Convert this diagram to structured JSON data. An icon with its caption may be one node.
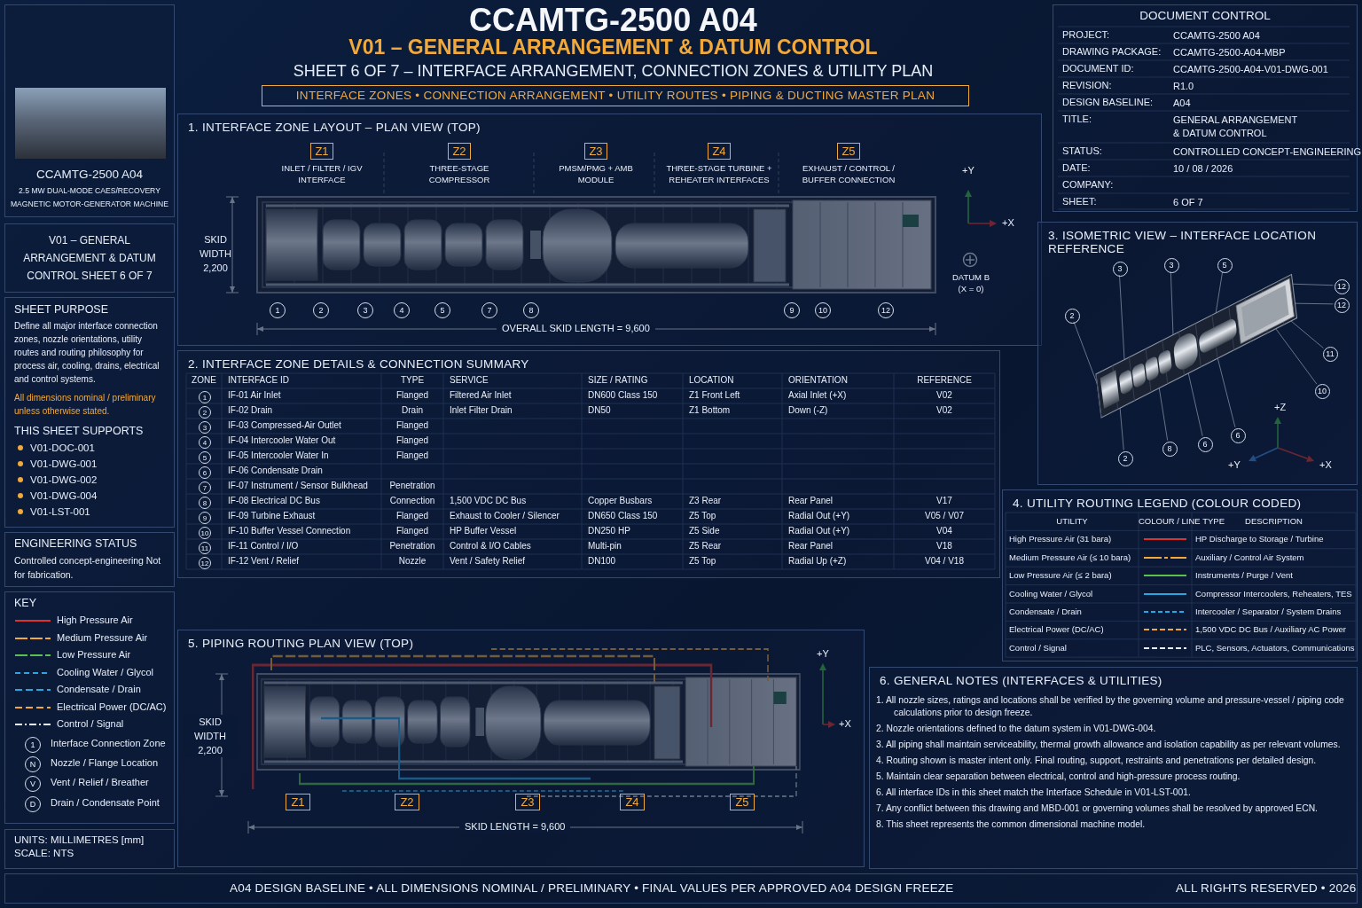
{
  "diagram": {
    "title": "CCAMTG-2500 A04",
    "nodes": [
      {
        "text": [
          "CCAMTG-2500 A04",
          "2.5 MW DUAL-MODE CAES/RECOVERY MAGNETIC MOTOR-GENERATOR MACHINE"
        ]
      },
      {
        "text": [
          "V01 – GENERAL ARRANGEMENT & DATUM CONTROL SHEET 6 OF 7"
        ]
      },
      {
        "text": [
          "SHEET PURPOSE",
          "Define all major interface connection zones, nozzle orientations, utility routes and routing philosophy for process air, cooling, drains, electrical and control systems.",
          "All dimensions nominal / preliminary unless otherwise stated.",
          "THIS SHEET SUPPORTS",
          "V01-DOC-001",
          "V01-DWG-001",
          "V01-DWG-002",
          "V01-DWG-004",
          "V01-LST-001"
        ]
      },
      {
        "text": [
          "ENGINEERING STATUS",
          "Controlled concept-engineering Not for fabrication."
        ]
      },
      {
        "text": [
          "KEY"
        ]
      },
      {
        "text": [
          "1"
        ],
        "in": 4
      },
      {
        "text": [
          "N"
        ],
        "in": 4
      },
      {
        "text": [
          "V"
        ],
        "in": 4
      },
      {
        "text": [
          "D"
        ],
        "in": 4
      },
      {
        "text": [
          "UNITS: MILLIMETRES [mm]",
          "SCALE: NTS"
        ]
      },
      {
        "text": [
          "INTERFACE ZONES • CONNECTION ARRANGEMENT • UTILITY ROUTES • PIPING & DUCTING MASTER PLAN"
        ]
      },
      {
        "text": [
          "DOCUMENT CONTROL"
        ]
      },
      {
        "text": [
          "1. INTERFACE ZONE LAYOUT – PLAN VIEW (TOP)"
        ]
      },
      {
        "text": [
          "Z1"
        ],
        "in": 12,
        "beside": [
          "INLET / FILTER / IGV INTERFACE"
        ]
      },
      {
        "text": [
          "Z2"
        ],
        "in": 12,
        "beside": [
          "THREE-STAGE COMPRESSOR"
        ]
      },
      {
        "text": [
          "Z3"
        ],
        "in": 12,
        "beside": [
          "PMSM/PMG + AMB MODULE"
        ]
      },
      {
        "text": [
          "Z4"
        ],
        "in": 12,
        "beside": [
          "THREE-STAGE TURBINE + REHEATER INTERFACES"
        ]
      },
      {
        "text": [
          "Z5"
        ],
        "in": 12,
        "beside": [
          "EXHAUST / CONTROL / BUFFER CONNECTION"
        ]
      },
      {
        "text": [
          "1"
        ],
        "in": 12
      },
      {
        "text": [
          "2"
        ],
        "in": 12
      },
      {
        "text": [
          "3"
        ],
        "in": 12
      },
      {
        "text": [
          "4"
        ],
        "in": 12
      },
      {
        "text": [
          "5"
        ],
        "in": 12
      },
      {
        "text": [
          "7"
        ],
        "in": 12
      },
      {
        "text": [
          "8"
        ],
        "in": 12
      },
      {
        "text": [
          "9"
        ],
        "in": 12
      },
      {
        "text": [
          "10"
        ],
        "in": 12
      },
      {
        "text": [
          "12"
        ],
        "in": 12
      },
      {
        "text": [
          "2. INTERFACE ZONE DETAILS & CONNECTION SUMMARY"
        ]
      },
      {
        "text": [
          "1"
        ],
        "in": 28
      },
      {
        "text": [
          "2"
        ],
        "in": 28
      },
      {
        "text": [
          "3"
        ],
        "in": 28
      },
      {
        "text": [
          "4"
        ],
        "in": 28
      },
      {
        "text": [
          "5"
        ],
        "in": 28
      },
      {
        "text": [
          "6"
        ],
        "in": 28
      },
      {
        "text": [
          "7"
        ],
        "in": 28
      },
      {
        "text": [
          "8"
        ],
        "in": 28
      },
      {
        "text": [
          "9"
        ],
        "in": 28
      },
      {
        "text": [
          "10"
        ],
        "in": 28
      },
      {
        "text": [
          "11"
        ],
        "in": 28
      },
      {
        "text": [
          "12"
        ],
        "in": 28
      },
      {
        "text": [
          "3. ISOMETRIC VIEW – INTERFACE LOCATION REFERENCE"
        ]
      },
      {
        "text": [
          "5"
        ],
        "in": 41
      },
      {
        "text": [
          "3"
        ],
        "in": 41
      },
      {
        "text": [
          "12"
        ],
        "in": 41
      },
      {
        "text": [
          "3"
        ],
        "in": 41
      },
      {
        "text": [
          "12"
        ],
        "in": 41
      },
      {
        "text": [
          "2"
        ],
        "in": 41
      },
      {
        "text": [
          "11"
        ],
        "in": 41
      },
      {
        "text": [
          "10"
        ],
        "in": 41
      },
      {
        "text": [
          "6"
        ],
        "in": 41
      },
      {
        "text": [
          "6"
        ],
        "in": 41
      },
      {
        "text": [
          "8"
        ],
        "in": 41
      },
      {
        "text": [
          "2"
        ],
        "in": 41
      },
      {
        "text": [
          "4. UTILITY ROUTING LEGEND (COLOUR CODED)"
        ]
      },
      {
        "text": [
          "5. PIPING ROUTING PLAN VIEW (TOP)"
        ]
      },
      {
        "text": [
          "Z1"
        ],
        "in": 55
      },
      {
        "text": [
          "Z2"
        ],
        "in": 55
      },
      {
        "text": [
          "Z3"
        ],
        "in": 55
      },
      {
        "text": [
          "Z4"
        ],
        "in": 55
      },
      {
        "text": [
          "Z5"
        ],
        "in": 55
      },
      {
        "text": [
          "6. GENERAL NOTES (INTERFACES & UTILITIES)"
        ]
      },
      {
        "text": [],
        "shape": "picture",
        "in": 41
      },
      {
        "text": [
          "A04 DESIGN BASELINE • ALL DIMENSIONS NOMINAL / PRELIMINARY • FINAL VALUES PER APPROVED A04 DESIGN FREEZE",
          "ALL RIGHTS RESERVED • 2026"
        ]
      }
    ],
    "edges": [
      {
        "from": 42,
        "to": 62,
        "arrow": "none"
      },
      {
        "from": 43,
        "to": 62,
        "arrow": "none"
      },
      {
        "from": 44,
        "to": 62,
        "arrow": "none"
      },
      {
        "from": 45,
        "to": 62,
        "arrow": "none"
      },
      {
        "from": 46,
        "to": 62,
        "arrow": "none"
      },
      {
        "from": 47,
        "to": 62,
        "arrow": "none"
      },
      {
        "from": 48,
        "to": 62,
        "arrow": "none"
      },
      {
        "from": 49,
        "to": 62,
        "arrow": "none"
      },
      {
        "from": 50,
        "to": 62,
        "arrow": "none"
      },
      {
        "from": 51,
        "to": 62,
        "arrow": "none"
      },
      {
        "from": 52,
        "to": 62,
        "arrow": "none"
      },
      {
        "from": 53,
        "to": 62,
        "arrow": "none"
      }
    ],
    "labels": [
      "V01 – GENERAL ARRANGEMENT & DATUM CONTROL",
      "SHEET 6 OF 7 – INTERFACE ARRANGEMENT, CONNECTION ZONES & UTILITY PLAN",
      "PROJECT:",
      "CCAMTG-2500 A04",
      "DRAWING PACKAGE:",
      "CCAMTG-2500-A04-MBP",
      "DOCUMENT ID:",
      "CCAMTG-2500-A04-V01-DWG-001",
      "REVISION:",
      "R1.0",
      "DESIGN BASELINE:",
      "A04",
      "TITLE:",
      "GENERAL ARRANGEMENT & DATUM CONTROL",
      "STATUS:",
      "CONTROLLED CONCEPT-ENGINEERING",
      "DATE:",
      "10 / 08 / 2026",
      "COMPANY:",
      "SHEET:",
      "6 OF 7",
      "SKID WIDTH 2,200",
      "+Y",
      "+X",
      "DATUM B (X = 0)",
      "OVERALL SKID LENGTH = 9,600",
      "+Z",
      "+Y",
      "+X",
      "ZONE",
      "INTERFACE ID",
      "TYPE",
      "SERVICE",
      "SIZE / RATING",
      "LOCATION",
      "ORIENTATION",
      "REFERENCE",
      "IF-01 Air Inlet",
      "Flanged",
      "Filtered Air Inlet",
      "DN600 Class 150",
      "Z1 Front Left",
      "Axial Inlet (+X)",
      "V02",
      "IF-02 Drain",
      "Drain",
      "Inlet Filter Drain",
      "DN50",
      "Z1 Bottom",
      "Down (-Z)",
      "V02",
      "IF-03 Compressed-Air Outlet",
      "Flanged",
      "IF-04 Intercooler Water Out",
      "Flanged",
      "IF-05 Intercooler Water In",
      "Flanged",
      "IF-06 Condensate Drain",
      "IF-07 Instrument / Sensor Bulkhead",
      "Penetration",
      "IF-08 Electrical DC Bus",
      "Connection",
      "1,500 VDC DC Bus",
      "Copper Busbars",
      "Z3 Rear",
      "Rear Panel",
      "V17",
      "IF-09 Turbine Exhaust",
      "Flanged",
      "Exhaust to Cooler / Silencer",
      "DN650 Class 150",
      "Z5 Top",
      "Radial Out (+Y)",
      "V05 / V07",
      "IF-10 Buffer Vessel Connection",
      "Flanged",
      "HP Buffer Vessel",
      "DN250 HP",
      "Z5 Side",
      "Radial Out (+Y)",
      "V04",
      "IF-11 Control / I/O",
      "Penetration",
      "Control & I/O Cables",
      "Multi-pin",
      "Z5 Rear",
      "Rear Panel",
      "V18",
      "IF-12 Vent / Relief",
      "Nozzle",
      "Vent / Safety Relief",
      "DN100",
      "Z5 Top",
      "Radial Up (+Z)",
      "V04 / V18",
      "UTILITY",
      "COLOUR / LINE TYPE",
      "DESCRIPTION",
      "High Pressure Air (31 bara)",
      "HP Discharge to Storage / Turbine",
      "Medium Pressure Air (≤ 10 bara)",
      "Auxiliary / Control Air System",
      "Low Pressure Air (≤ 2 bara)",
      "Instruments / Purge / Vent",
      "Cooling Water / Glycol",
      "Compressor Intercoolers, Reheaters, TES",
      "Condensate / Drain",
      "Intercooler / Separator / System Drains",
      "Electrical Power (DC/AC)",
      "1,500 VDC DC Bus / Auxiliary AC Power",
      "Control / Signal",
      "PLC, Sensors, Actuators, Communications",
      "SKID WIDTH 2,200",
      "+Y",
      "+X",
      "SKID LENGTH = 9,600",
      "1. All nozzle sizes, ratings and locations shall be verified by the governing volume and pressure-vessel / piping code calculations prior to design freeze.",
      "2. Nozzle orientations defined to the datum system in V01-DWG-004.",
      "3. All piping shall maintain serviceability, thermal growth allowance and isolation capability as per relevant volumes.",
      "4. Routing shown is master intent only. Final routing, support, restraints and penetrations per detailed design.",
      "5. Maintain clear separation between electrical, control and high-pressure process routing.",
      "6. All interface IDs in this sheet match the Interface Schedule in V01-LST-001.",
      "7. Any conflict between this drawing and MBD-001 or governing volumes shall be resolved by approved ECN.",
      "8. This sheet represents the common dimensional machine model."
    ],
    "legend": [
      {
        "text": "High Pressure Air"
      },
      {
        "text": "Medium Pressure Air"
      },
      {
        "text": "Low Pressure Air"
      },
      {
        "text": "Cooling Water / Glycol"
      },
      {
        "text": "Condensate / Drain"
      },
      {
        "text": "Electrical Power (DC/AC)"
      },
      {
        "text": "Control / Signal"
      },
      {
        "text": "Interface Connection Zone"
      },
      {
        "text": "Nozzle / Flange Location"
      },
      {
        "text": "Vent / Relief / Breather"
      },
      {
        "text": "Drain / Condensate Point"
      }
    ]
  }
}
